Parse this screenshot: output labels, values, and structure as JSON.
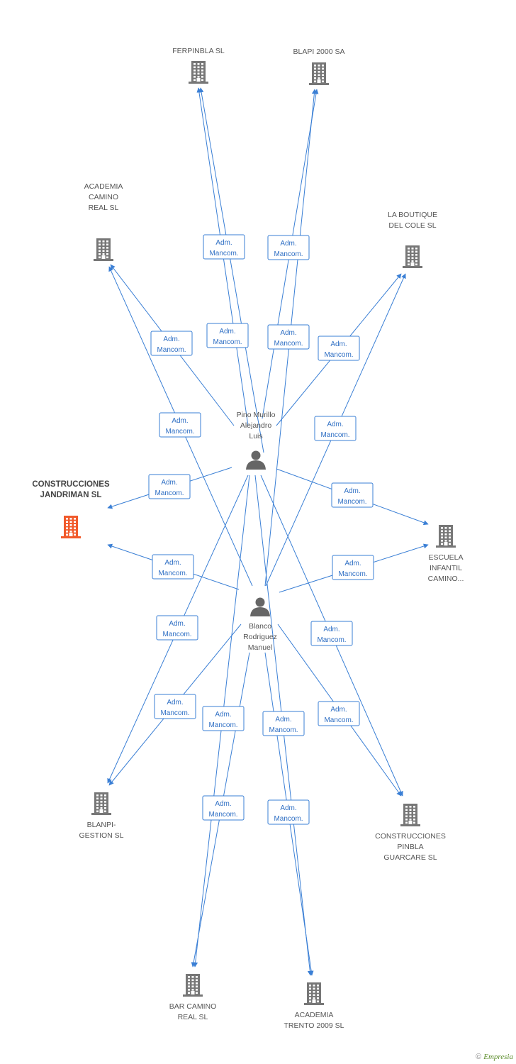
{
  "colors": {
    "edge": "#3a7fd5",
    "company": "#777777",
    "main_company": "#f15a2b",
    "person": "#666666"
  },
  "edge_label": {
    "line1": "Adm.",
    "line2": "Mancom."
  },
  "persons": [
    {
      "id": "pino",
      "lines": [
        "Pino Murillo",
        "Alejandro",
        "Luis"
      ]
    },
    {
      "id": "blanco",
      "lines": [
        "Blanco",
        "Rodriguez",
        "Manuel"
      ]
    }
  ],
  "companies": [
    {
      "id": "ferpinbla",
      "lines": [
        "FERPINBLA  SL"
      ],
      "icon": "building-icon"
    },
    {
      "id": "blapi2000",
      "lines": [
        "BLAPI 2000 SA"
      ],
      "icon": "building-icon"
    },
    {
      "id": "academia_camino",
      "lines": [
        "ACADEMIA",
        "CAMINO",
        "REAL SL"
      ],
      "icon": "building-icon"
    },
    {
      "id": "boutique",
      "lines": [
        "LA BOUTIQUE",
        "DEL COLE SL"
      ],
      "icon": "building-icon"
    },
    {
      "id": "jandriman",
      "lines": [
        "CONSTRUCCIONES",
        "JANDRIMAN SL"
      ],
      "icon": "building-icon",
      "main": true
    },
    {
      "id": "escuela",
      "lines": [
        "ESCUELA",
        "INFANTIL",
        "CAMINO..."
      ],
      "icon": "building-icon"
    },
    {
      "id": "blanpi",
      "lines": [
        "BLANPI-",
        "GESTION SL"
      ],
      "icon": "building-icon"
    },
    {
      "id": "pinbla",
      "lines": [
        "CONSTRUCCIONES",
        "PINBLA",
        "GUARCARE SL"
      ],
      "icon": "building-icon"
    },
    {
      "id": "bar_camino",
      "lines": [
        "BAR CAMINO",
        "REAL SL"
      ],
      "icon": "building-icon"
    },
    {
      "id": "trento",
      "lines": [
        "ACADEMIA",
        "TRENTO 2009 SL"
      ],
      "icon": "building-icon"
    }
  ],
  "footer": {
    "copyright": "©",
    "brand": "Empresia"
  }
}
